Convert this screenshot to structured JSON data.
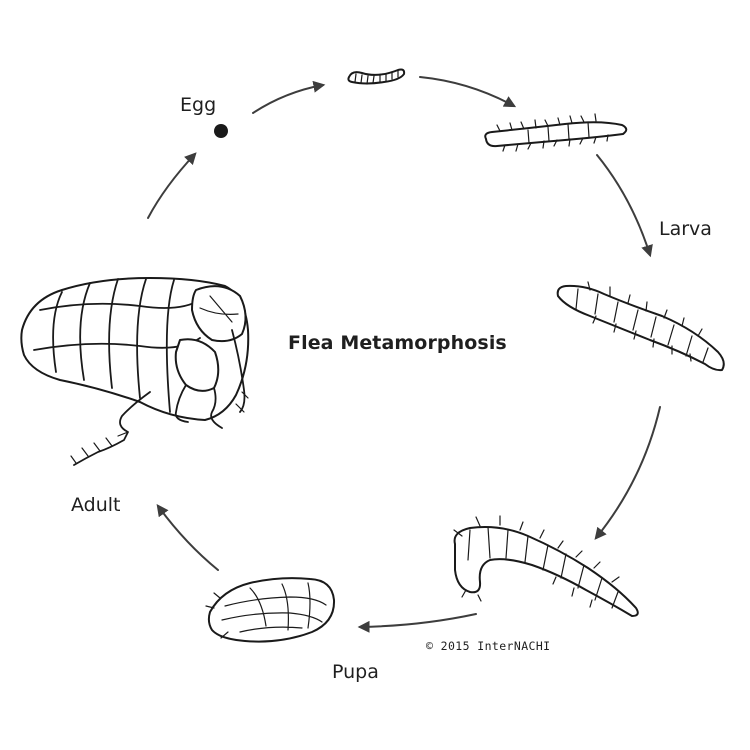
{
  "diagram": {
    "title": "Flea Metamorphosis",
    "stages": {
      "egg": "Egg",
      "larva": "Larva",
      "pupa": "Pupa",
      "adult": "Adult"
    },
    "copyright": "© 2015 InterNACHI"
  },
  "colors": {
    "ink": "#1a1a1a",
    "arrow": "#3d3d3d",
    "background": "#ffffff"
  },
  "icons": [
    "egg-dot-icon",
    "larva-small-icon",
    "larva-medium-icon",
    "larva-large-icon",
    "larva-curled-icon",
    "pupa-icon",
    "adult-flea-icon",
    "cycle-arrow-icon"
  ]
}
